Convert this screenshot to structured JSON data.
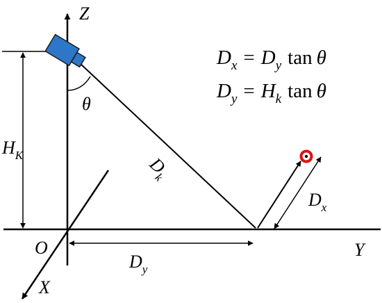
{
  "axes": {
    "z_label": "Z",
    "y_label": "Y",
    "x_label": "X",
    "origin_label": "O"
  },
  "labels": {
    "theta": "θ",
    "hk_main": "H",
    "hk_sub": "K",
    "dk_main": "D",
    "dk_sub": "k",
    "dy_main": "D",
    "dy_sub": "y",
    "dx_main": "D",
    "dx_sub": "x"
  },
  "equations": {
    "eq1": {
      "lhs": "D",
      "lhs_sub": "x",
      "equals": "=",
      "rhs": "D",
      "rhs_sub": "y",
      "func": "tan",
      "var": "θ"
    },
    "eq2": {
      "lhs": "D",
      "lhs_sub": "y",
      "equals": "=",
      "rhs": "H",
      "rhs_sub": "k",
      "func": "tan",
      "var": "θ"
    }
  },
  "colors": {
    "camera": "#2e77c8",
    "camera_stroke": "#1a1a1a",
    "target_ring": "#e01010",
    "ink": "#000000"
  },
  "icons": {
    "camera": "camera-icon",
    "target": "target-point-icon"
  }
}
